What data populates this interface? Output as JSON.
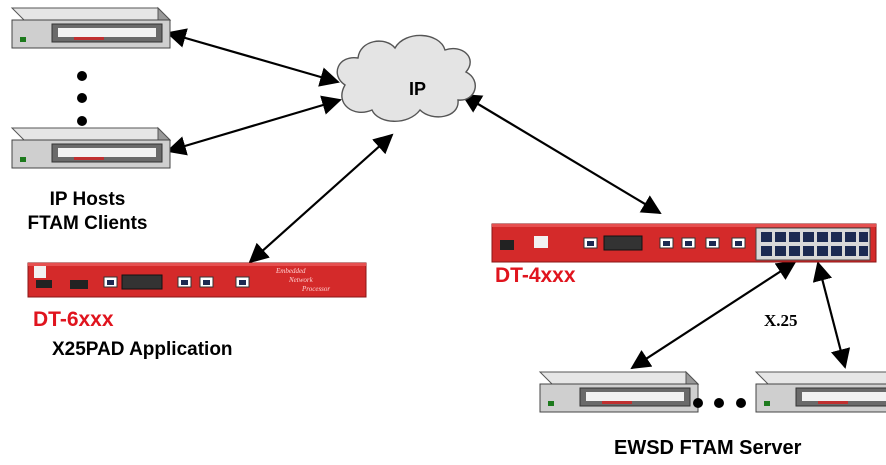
{
  "cloud_label": "IP",
  "hosts_label_line1": "IP Hosts",
  "hosts_label_line2": "FTAM Clients",
  "dt6_model": "DT-6xxx",
  "dt6_app": "X25PAD Application",
  "dt6_panel_text": [
    "Embedded",
    "Network",
    "Processor"
  ],
  "dt4_model": "DT-4xxx",
  "x25_label": "X.25",
  "server_label": "EWSD FTAM Server",
  "colors": {
    "device_red": "#d42a2a",
    "label_red": "#e0141e",
    "cloud": "#e4e4e4",
    "server_body": "#cfcfcf"
  },
  "icons": [
    "server-icon",
    "cloud-icon",
    "router-icon",
    "ellipsis-dots"
  ]
}
